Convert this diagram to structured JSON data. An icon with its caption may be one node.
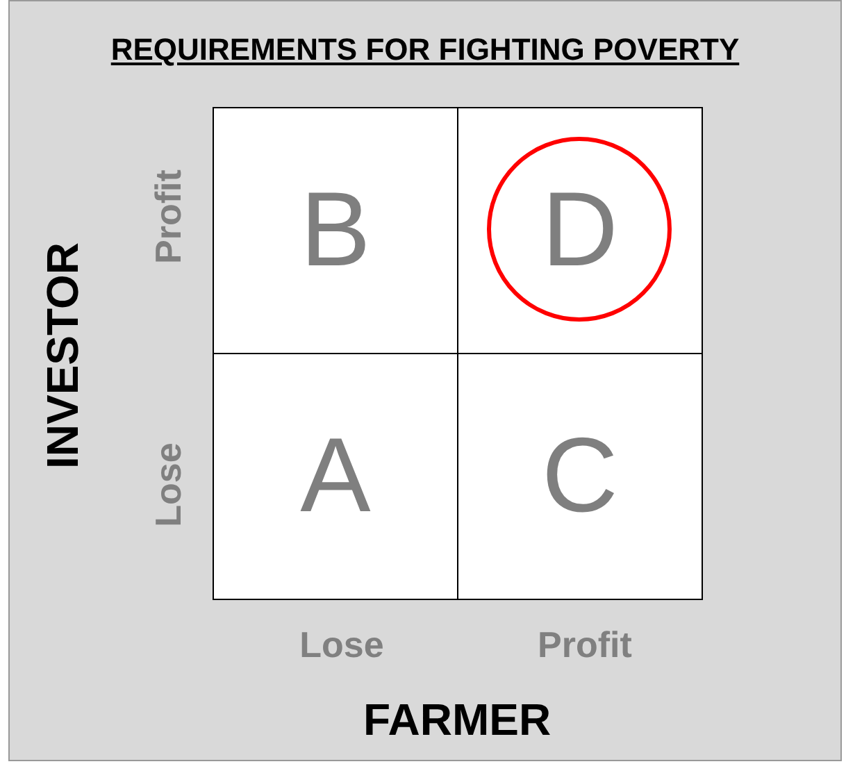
{
  "diagram": {
    "title": "REQUIREMENTS FOR FIGHTING POVERTY",
    "nodes": [
      {
        "text": [
          "B"
        ]
      },
      {
        "text": [
          "D"
        ]
      },
      {
        "text": [
          "A"
        ]
      },
      {
        "text": [
          "C"
        ]
      }
    ],
    "labels": [
      "INVESTOR",
      "Profit",
      "Lose",
      "Lose",
      "Profit",
      "FARMER"
    ]
  }
}
